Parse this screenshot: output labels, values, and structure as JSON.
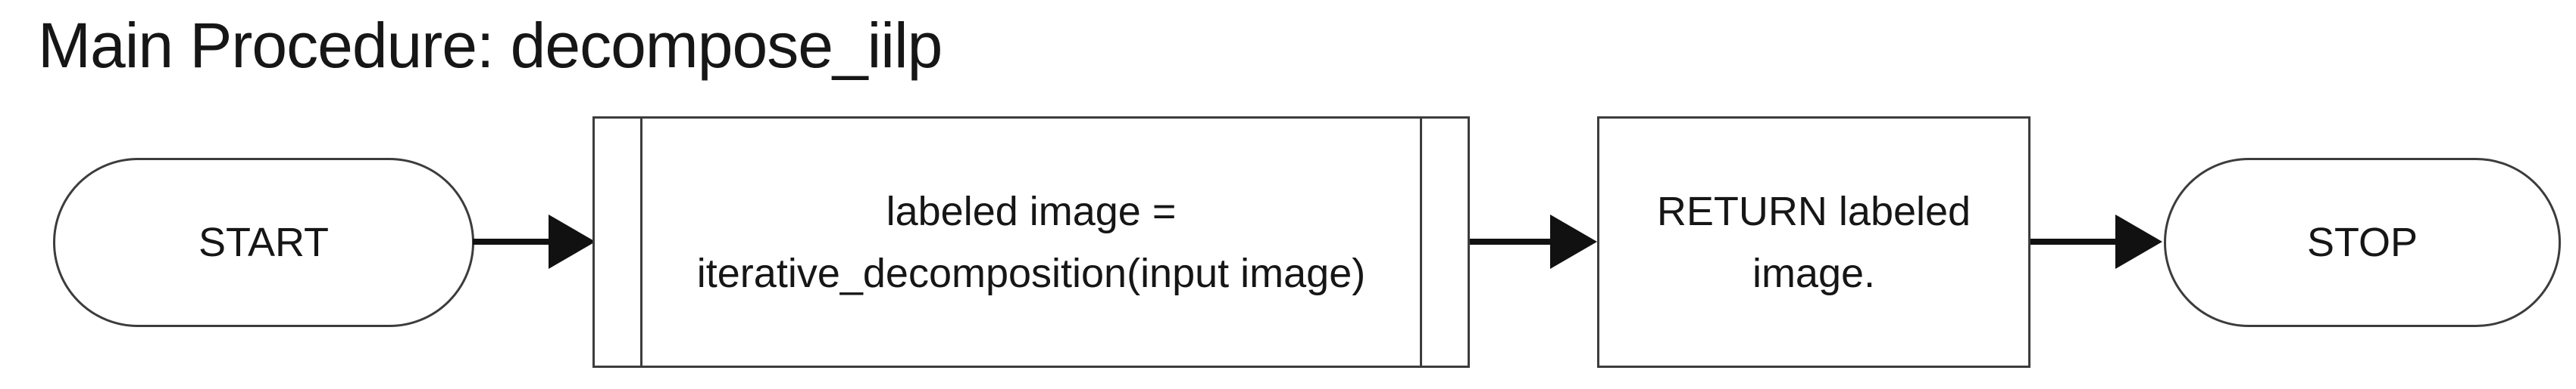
{
  "title": "Main Procedure: decompose_iilp",
  "colors": {
    "stroke": "#3c3c3c",
    "arrow": "#111111",
    "text": "#161616",
    "background": "#ffffff"
  },
  "flowchart": {
    "start": {
      "shape": "terminator",
      "label": "START"
    },
    "process": {
      "shape": "subroutine",
      "lines": [
        "labeled image =",
        "iterative_decomposition(input image)"
      ]
    },
    "return": {
      "shape": "process",
      "lines": [
        "RETURN labeled",
        "image."
      ]
    },
    "stop": {
      "shape": "terminator",
      "label": "STOP"
    },
    "connectors": [
      {
        "from": "start",
        "to": "process"
      },
      {
        "from": "process",
        "to": "return"
      },
      {
        "from": "return",
        "to": "stop"
      }
    ]
  }
}
